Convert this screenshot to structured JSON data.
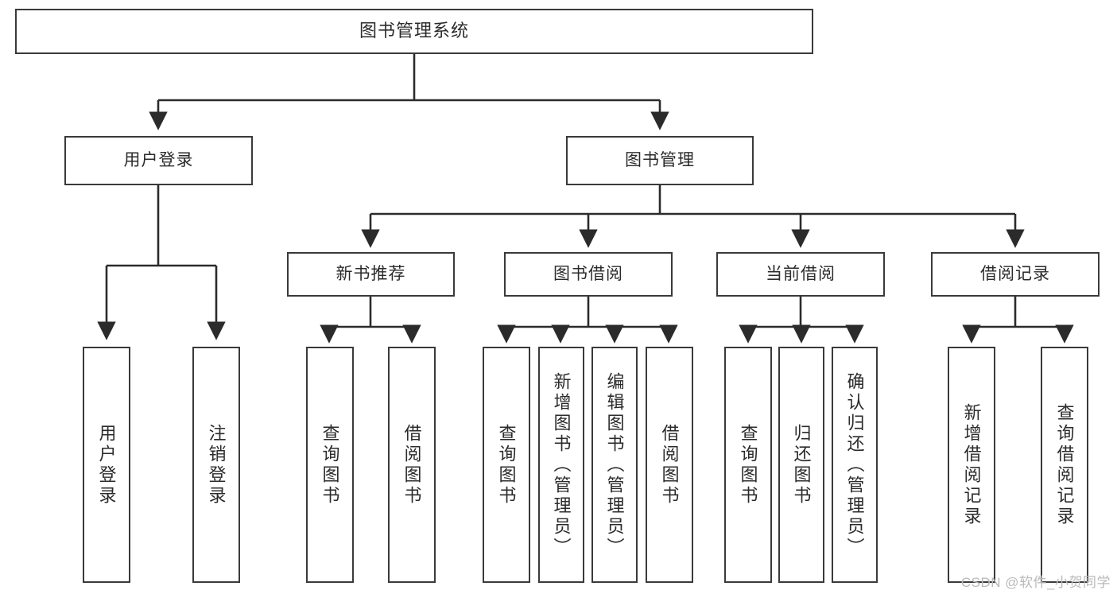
{
  "diagram": {
    "title": "图书管理系统",
    "type": "tree-hierarchy",
    "orientation": "top-down",
    "root": {
      "label": "图书管理系统"
    },
    "level2": [
      {
        "id": "user-login",
        "label": "用户登录"
      },
      {
        "id": "book-management",
        "label": "图书管理"
      }
    ],
    "level3": [
      {
        "id": "new-book-recommend",
        "label": "新书推荐",
        "parent": "book-management"
      },
      {
        "id": "book-borrow",
        "label": "图书借阅",
        "parent": "book-management"
      },
      {
        "id": "current-borrow",
        "label": "当前借阅",
        "parent": "book-management"
      },
      {
        "id": "borrow-record",
        "label": "借阅记录",
        "parent": "book-management"
      }
    ],
    "leaves": [
      {
        "id": "leaf-user-login",
        "label": "用户登录",
        "parent": "user-login"
      },
      {
        "id": "leaf-logout",
        "label": "注销登录",
        "parent": "user-login"
      },
      {
        "id": "leaf-query-book-1",
        "label": "查询图书",
        "parent": "new-book-recommend"
      },
      {
        "id": "leaf-borrow-book-1",
        "label": "借阅图书",
        "parent": "new-book-recommend"
      },
      {
        "id": "leaf-query-book-2",
        "label": "查询图书",
        "parent": "book-borrow"
      },
      {
        "id": "leaf-add-book",
        "label": "新增图书（管理员）",
        "parent": "book-borrow"
      },
      {
        "id": "leaf-edit-book",
        "label": "编辑图书（管理员）",
        "parent": "book-borrow"
      },
      {
        "id": "leaf-borrow-book-2",
        "label": "借阅图书",
        "parent": "book-borrow"
      },
      {
        "id": "leaf-query-book-3",
        "label": "查询图书",
        "parent": "current-borrow"
      },
      {
        "id": "leaf-return-book",
        "label": "归还图书",
        "parent": "current-borrow"
      },
      {
        "id": "leaf-confirm-return",
        "label": "确认归还（管理员）",
        "parent": "current-borrow"
      },
      {
        "id": "leaf-add-record",
        "label": "新增借阅记录",
        "parent": "borrow-record"
      },
      {
        "id": "leaf-query-record",
        "label": "查询借阅记录",
        "parent": "borrow-record"
      }
    ]
  },
  "watermark": {
    "text": "CSDN @软件_小贺同学"
  },
  "colors": {
    "stroke": "#3a3a3a",
    "fill": "#ffffff",
    "text": "#2b2b2b",
    "watermark": "#b9b9b9"
  }
}
